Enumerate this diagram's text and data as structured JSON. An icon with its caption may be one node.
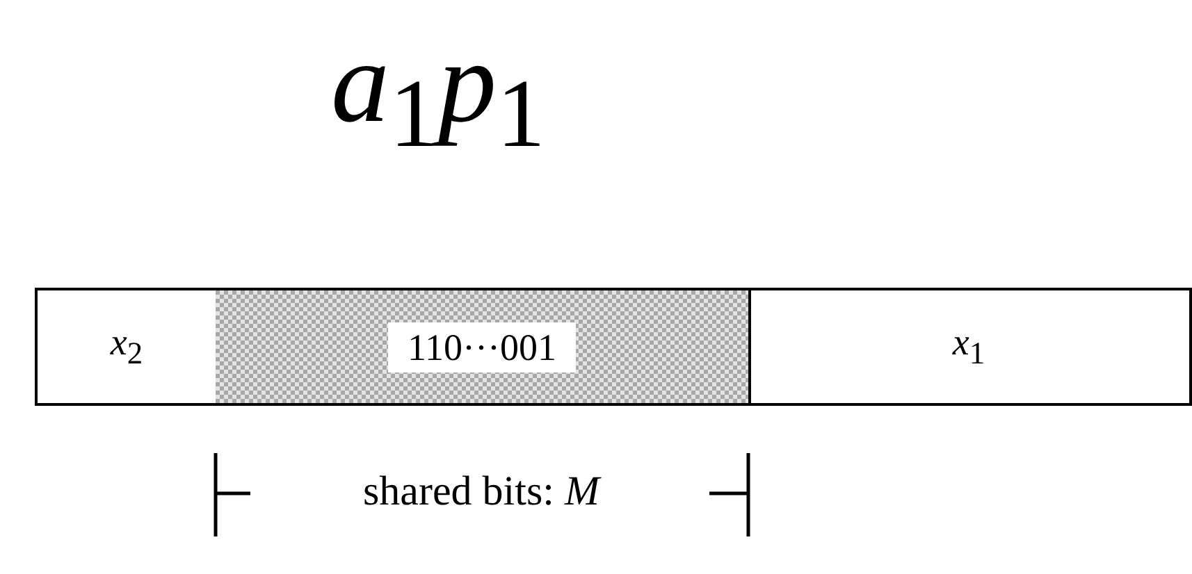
{
  "diagram": {
    "title": "*a*$_{1}$*p*$_{1}$",
    "nodes": [
      {
        "text": [
          "*x*$_{2}$"
        ]
      },
      {
        "text": [
          "110···001"
        ]
      },
      {
        "text": [
          "*x*$_{1}$"
        ]
      }
    ],
    "edges": [],
    "labels": [
      "shared bits: *M*"
    ]
  }
}
